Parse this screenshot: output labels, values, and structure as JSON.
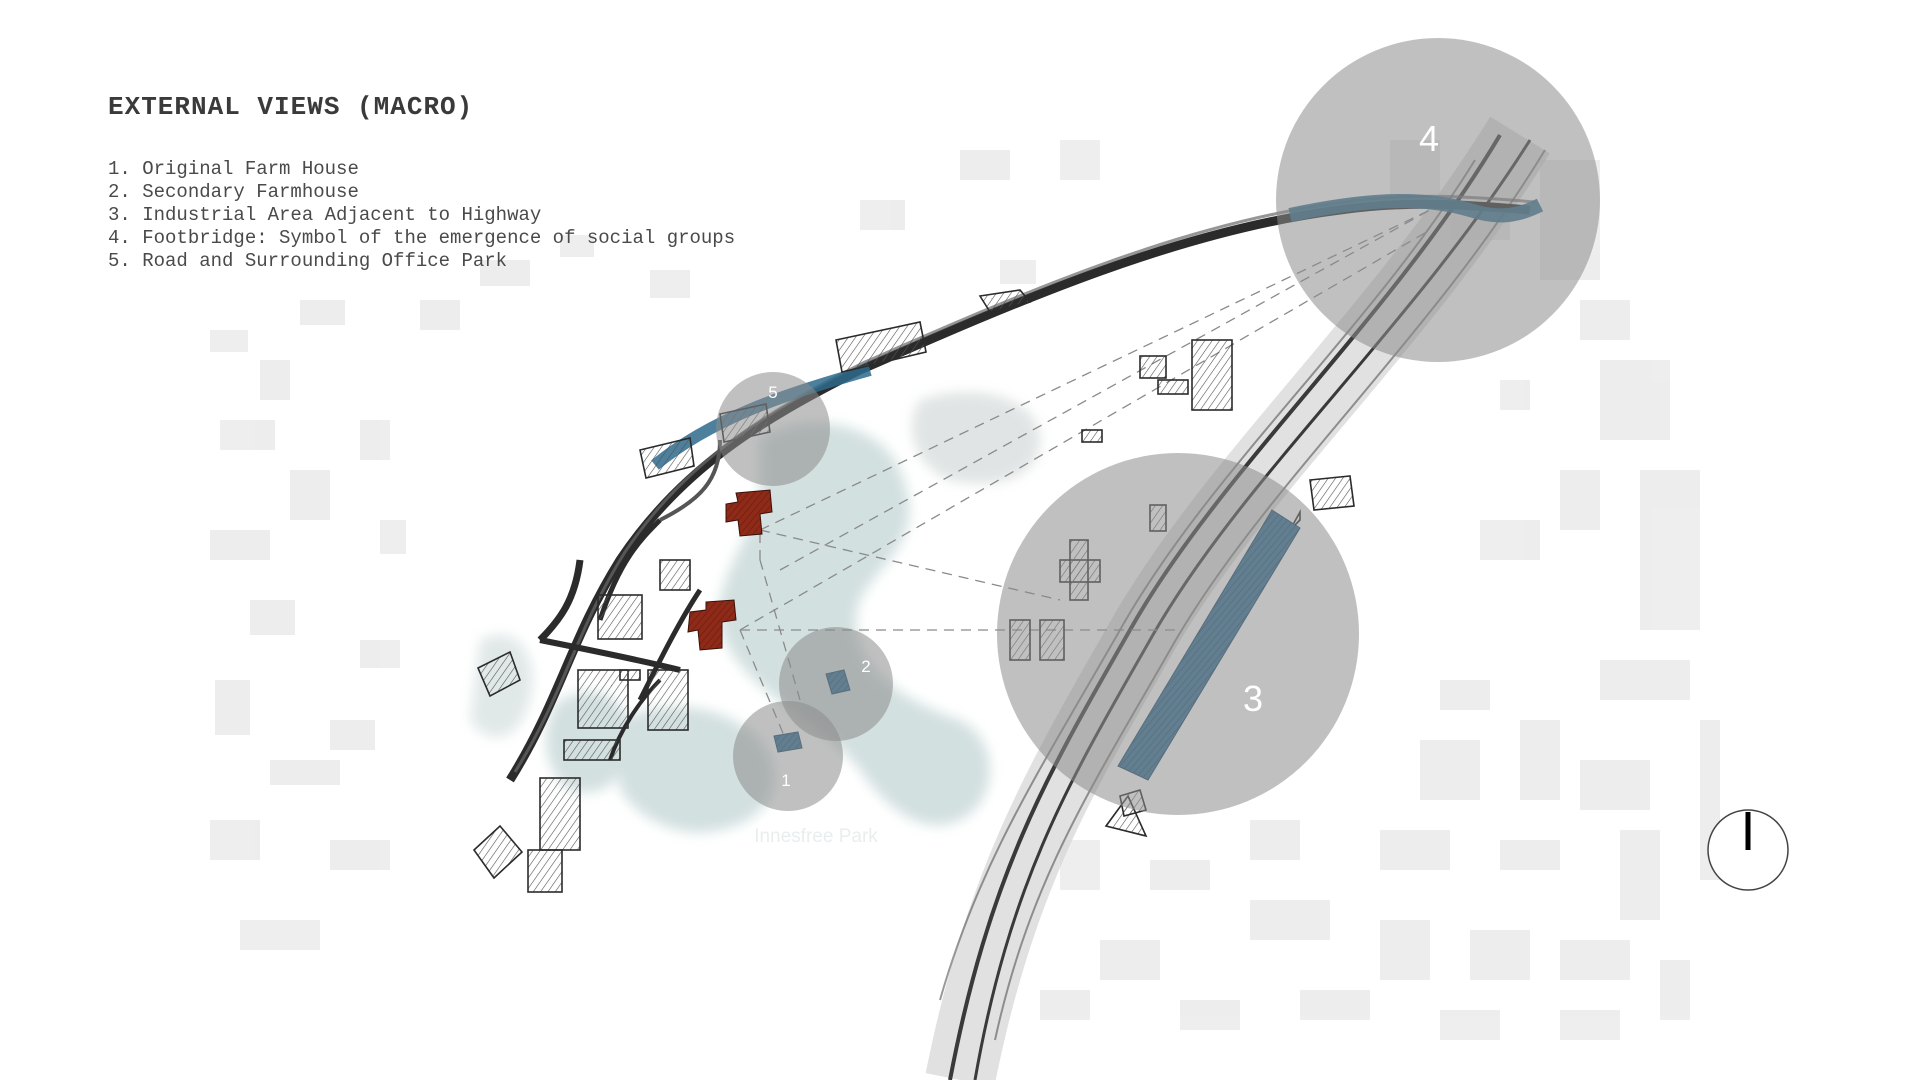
{
  "title": "EXTERNAL VIEWS (MACRO)",
  "legend_items": [
    "1. Original Farm House",
    "2. Secondary Farmhouse",
    "3. Industrial Area Adjacent to Highway",
    "4. Footbridge: Symbol of the emergence of social groups",
    "5. Road and Surrounding Office Park"
  ],
  "viewpoints": [
    {
      "number": "1",
      "meaning": "Original Farm House"
    },
    {
      "number": "2",
      "meaning": "Secondary Farmhouse"
    },
    {
      "number": "3",
      "meaning": "Industrial Area Adjacent to Highway"
    },
    {
      "number": "4",
      "meaning": "Footbridge"
    },
    {
      "number": "5",
      "meaning": "Road and Surrounding Office Park"
    }
  ],
  "map_labels": {
    "park": "Innesfree Park"
  },
  "colors": {
    "viewpoint_circle": "#8c8c8c",
    "water_blue": "#2d6a8c",
    "farmhouse_red": "#8f2a18",
    "road_ink": "#2b2b2b",
    "park_green": "#b8cccc",
    "background_buildings": "#ececec"
  },
  "icons": {
    "north_arrow": "north-arrow-icon"
  }
}
